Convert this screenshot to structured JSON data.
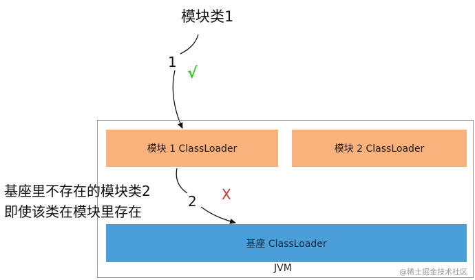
{
  "diagram": {
    "module_class_1": "模块类1",
    "step_1": "1",
    "check_mark": "√",
    "step_2": "2",
    "cross_mark": "X",
    "note_lines": [
      "基座里不存在的模块类2",
      "即使该类在模块里存在"
    ],
    "module1_loader": "模块 1 ClassLoader",
    "module2_loader": "模块 2 ClassLoader",
    "base_loader": "基座 ClassLoader",
    "jvm_label": "JVM"
  },
  "colors": {
    "module_loader_fill": "#f9b27c",
    "base_loader_fill": "#4a9fd8",
    "check_color": "#2ecc1a",
    "cross_color": "#c0392b"
  },
  "watermark": "@稀土掘金技术社区"
}
